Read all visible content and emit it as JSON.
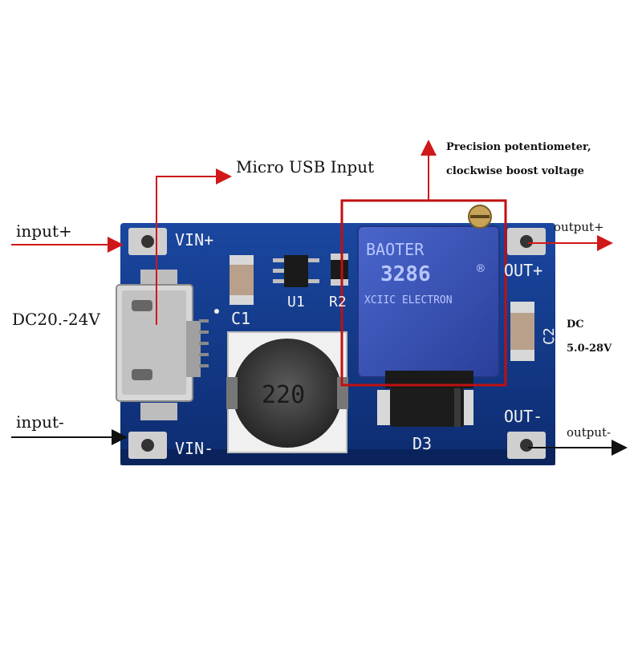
{
  "colors": {
    "pcb_blue": "#123a8c",
    "pcb_dark": "#0b255e",
    "silkscreen": "#f2f2f2",
    "annotation_red": "#d01818",
    "annotation_black": "#111111",
    "pot_blue": "#3550b8"
  },
  "annotations": {
    "micro_usb_input": "Micro USB Input",
    "input_plus": "input+",
    "input_minus": "input-",
    "dc_input_range": "DC20.-24V",
    "precision_pot_line1": "Precision potentiometer,",
    "precision_pot_line2": "clockwise boost voltage",
    "output_plus": "output+",
    "output_minus": "output-",
    "dc_output_label": "DC",
    "dc_output_range": "5.0-28V"
  },
  "board": {
    "silk_vin_plus": "VIN+",
    "silk_vin_minus": "VIN-",
    "silk_out_plus": "OUT+",
    "silk_out_minus": "OUT-",
    "silk_c1": "C1",
    "silk_c2": "C2",
    "silk_u1": "U1",
    "silk_r2": "R2",
    "silk_d3": "D3",
    "inductor_marking": "220",
    "pot_brand": "BAOTER",
    "pot_model": "3286",
    "pot_registered": "®",
    "pot_maker": "XCIIC ELECTRON"
  },
  "icons": {
    "usb_port": "micro-usb-port-icon",
    "pot_knob": "trimmer-screw-icon"
  }
}
